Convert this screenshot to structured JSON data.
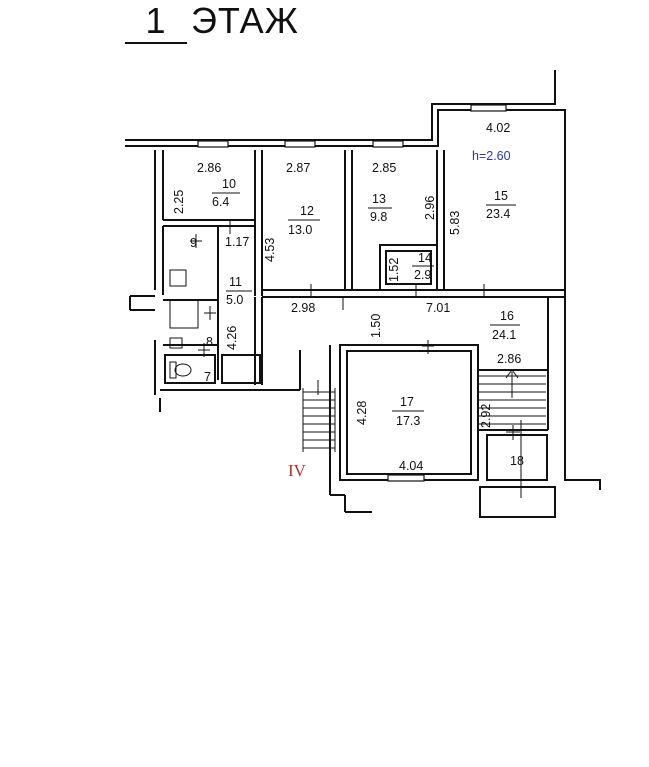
{
  "title": {
    "number": "1",
    "text": "ЭТАЖ"
  },
  "height_label": "h=2.60",
  "section_label": "IV",
  "rooms": [
    {
      "id": "room-10",
      "number": "10",
      "area": "6.4"
    },
    {
      "id": "room-9",
      "number": "9",
      "area": ""
    },
    {
      "id": "room-11",
      "number": "11",
      "area": "5.0"
    },
    {
      "id": "room-8",
      "number": "8",
      "area": ""
    },
    {
      "id": "room-7",
      "number": "7",
      "area": ""
    },
    {
      "id": "room-12",
      "number": "12",
      "area": "13.0"
    },
    {
      "id": "room-13",
      "number": "13",
      "area": "9.8"
    },
    {
      "id": "room-14",
      "number": "14",
      "area": "2.9"
    },
    {
      "id": "room-15",
      "number": "15",
      "area": "23.4"
    },
    {
      "id": "room-16",
      "number": "16",
      "area": "24.1"
    },
    {
      "id": "room-17",
      "number": "17",
      "area": "17.3"
    },
    {
      "id": "room-18",
      "number": "18",
      "area": ""
    }
  ],
  "dimensions": {
    "d_402": "4.02",
    "d_286a": "2.86",
    "d_287": "2.87",
    "d_285": "2.85",
    "d_225": "2.25",
    "d_453": "4.53",
    "d_296": "2.96",
    "d_583": "5.83",
    "d_117": "1.17",
    "d_152": "1.52",
    "d_426": "4.26",
    "d_298": "2.98",
    "d_701": "7.01",
    "d_150": "1.50",
    "d_286b": "2.86",
    "d_428": "4.28",
    "d_292": "2.92",
    "d_404": "4.04"
  }
}
